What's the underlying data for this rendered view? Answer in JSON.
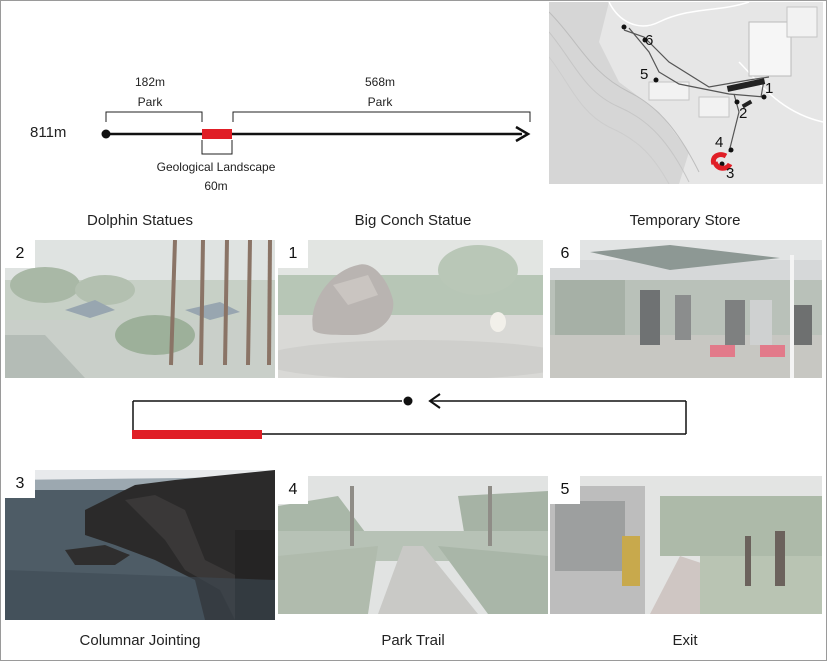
{
  "route_bar": {
    "total_length": "811m",
    "segment1_distance": "182m",
    "segment1_label": "Park",
    "segment2_distance": "568m",
    "segment2_label": "Park",
    "highlight_label": "Geological Landscape",
    "highlight_distance": "60m",
    "highlight_color": "#e01e26"
  },
  "map": {
    "markers": [
      "1",
      "2",
      "3",
      "4",
      "5",
      "6"
    ]
  },
  "photos": [
    {
      "number": "2",
      "caption": "Dolphin Statues"
    },
    {
      "number": "1",
      "caption": "Big Conch Statue"
    },
    {
      "number": "6",
      "caption": "Temporary Store"
    },
    {
      "number": "3",
      "caption": "Columnar Jointing"
    },
    {
      "number": "4",
      "caption": "Park Trail"
    },
    {
      "number": "5",
      "caption": "Exit"
    }
  ]
}
